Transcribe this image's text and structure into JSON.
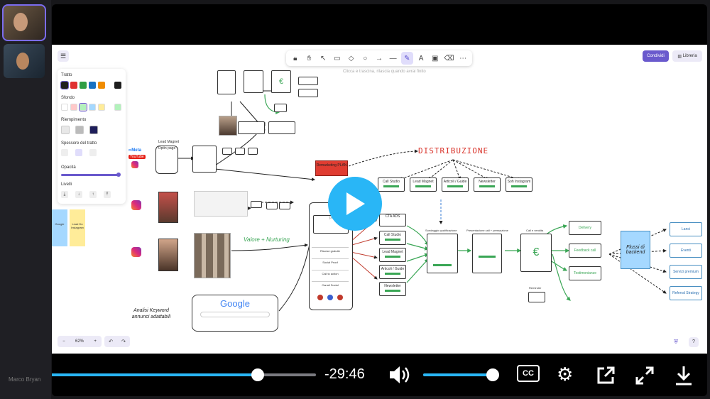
{
  "canvas": {
    "hint": "Clicca e trascina, rilascia quando avrai finito",
    "share_label": "Condividi",
    "library_label": "Libreria",
    "zoom_level": "62%"
  },
  "style_panel": {
    "stroke_label": "Tratto",
    "background_label": "Sfondo",
    "fill_label": "Riempimento",
    "stroke_width_label": "Spessore del tratto",
    "opacity_label": "Opacità",
    "layers_label": "Livelli",
    "stroke_colors": [
      "#1e1e1e",
      "#e03131",
      "#2f9e44",
      "#1971c2",
      "#f08c00",
      "#1e1e1e"
    ],
    "background_colors": [
      "#ffffff",
      "#ffc9c9",
      "#b2f2bb",
      "#a5d8ff",
      "#ffec99",
      "#b2f2bb"
    ]
  },
  "diagram": {
    "title": "DISTRIBUZIONE",
    "meta_label": "Meta",
    "youtube_label": "YouTube",
    "remarketing": "Remarketing PLAN",
    "valore_nurturing": "Valore + Nurturing",
    "analisi_keyword": "Analisi Keyword annunci adattabili",
    "google_label": "Google",
    "lead_magnet_top": "Lead Magnet",
    "opt_in_page": "Optin page",
    "dist_boxes": [
      "Call Studio",
      "Lead Magnet",
      "Articoli / Guide",
      "Newsletter",
      "Soh Instagram"
    ],
    "funnel_left_boxes": [
      "Call Studio",
      "Lead Magnet",
      "Articoli / Guide",
      "Newsletter"
    ],
    "funnel_items": [
      "Risorse gratuite",
      "Social Proof",
      "Call to action",
      "Canali Social"
    ],
    "step_labels": [
      "Sondaggio qualificazione",
      "Presentazione call + pressazione",
      "Call e vendita"
    ],
    "outcomes": [
      "Delivery",
      "Feedback call",
      "Testimonianze"
    ],
    "flows_title": "Flussi di backend",
    "flows": [
      "Lanci",
      "Eventi",
      "Servizi premium",
      "Referral Strategy"
    ],
    "reminder": "Reminder",
    "sticky_left": "Google",
    "sticky_right": "Lead Do Instagram"
  },
  "player": {
    "time_remaining": "-29:46",
    "progress": 0.78,
    "volume": 1.0,
    "presenter_name": "Marco Bryan",
    "cc_label": "CC"
  }
}
